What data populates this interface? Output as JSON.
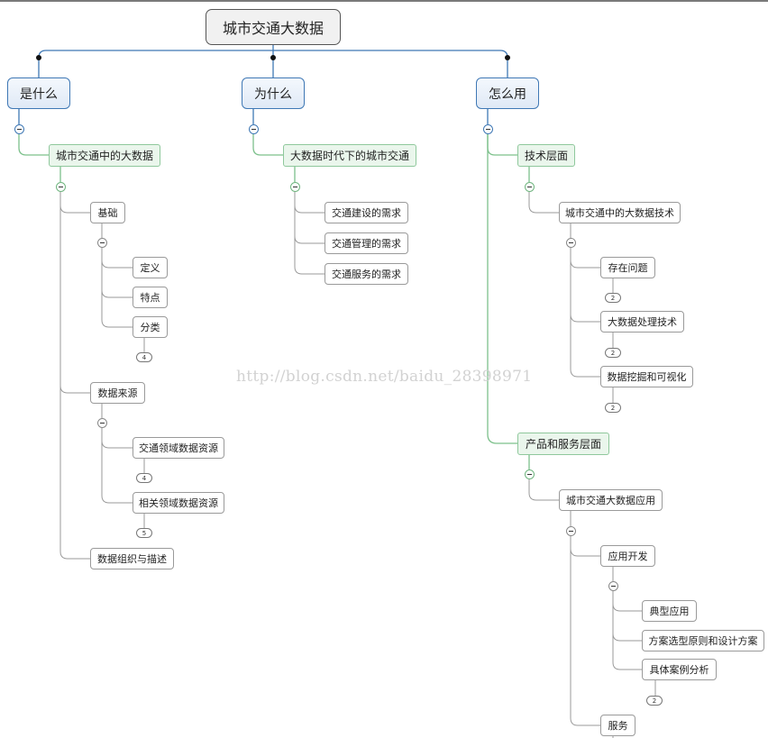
{
  "root": "城市交通大数据",
  "branches": {
    "what": {
      "label": "是什么",
      "topic": "城市交通中的大数据",
      "basics": {
        "label": "基础",
        "items": [
          "定义",
          "特点",
          "分类"
        ],
        "collapsed_count": "4"
      },
      "sources": {
        "label": "数据来源",
        "items": [
          "交通领域数据资源",
          "相关领域数据资源"
        ],
        "counts": [
          "4",
          "5"
        ]
      },
      "organization": "数据组织与描述"
    },
    "why": {
      "label": "为什么",
      "topic": "大数据时代下的城市交通",
      "items": [
        "交通建设的需求",
        "交通管理的需求",
        "交通服务的需求"
      ]
    },
    "how": {
      "label": "怎么用",
      "tech": {
        "label": "技术层面",
        "sub": "城市交通中的大数据技术",
        "items": [
          "存在问题",
          "大数据处理技术",
          "数据挖掘和可视化"
        ],
        "counts": [
          "2",
          "2",
          "2"
        ]
      },
      "product": {
        "label": "产品和服务层面",
        "sub": "城市交通大数据应用",
        "dev": {
          "label": "应用开发",
          "items": [
            "典型应用",
            "方案选型原则和设计方案",
            "具体案例分析"
          ],
          "case_count": "2"
        },
        "service": "服务"
      }
    }
  },
  "watermark": "http://blog.csdn.net/baidu_28398971",
  "colors": {
    "root_border": "#555555",
    "level1_border": "#3f78b5",
    "level2_border": "#8fc89c",
    "leaf_border": "#9a9a9a",
    "connector_blue": "#3f78b5",
    "connector_green": "#7cc08b",
    "connector_gray": "#9a9a9a"
  }
}
